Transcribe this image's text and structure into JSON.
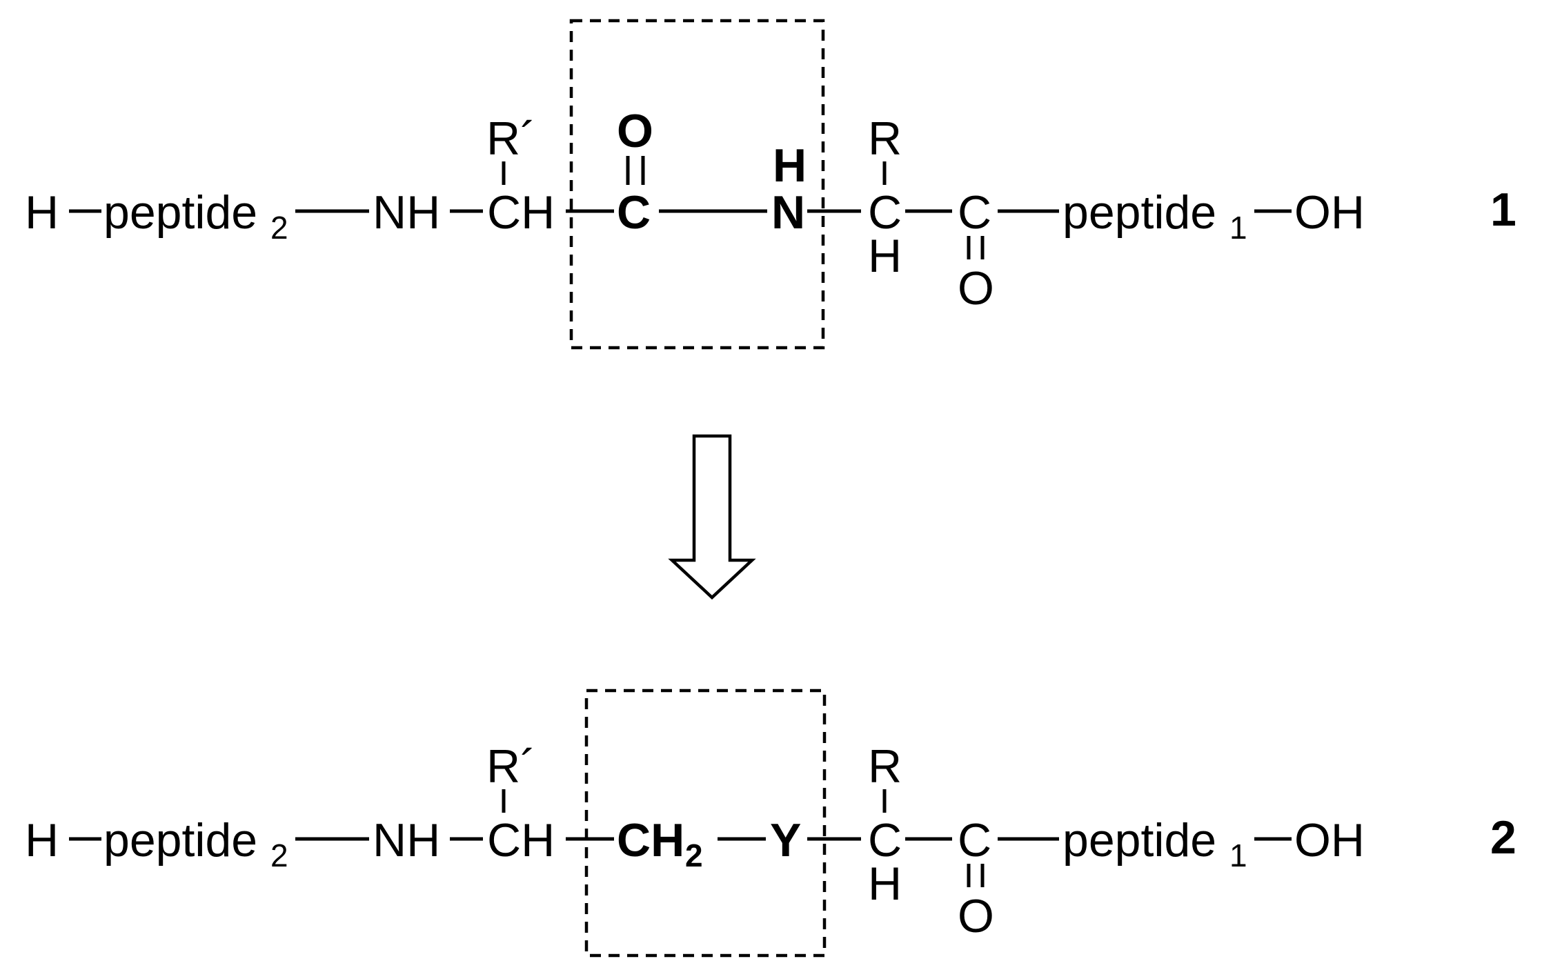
{
  "structure_1": {
    "number": "1",
    "h_terminus": "H",
    "peptide2": "peptide",
    "peptide2_sub": "2",
    "nh": "NH",
    "ch_left": "CH",
    "r_prime": "R´",
    "amide_o": "O",
    "amide_c": "C",
    "amide_h": "H",
    "amide_n": "N",
    "c_right": "C",
    "r": "R",
    "h_right": "H",
    "carbonyl_c": "C",
    "carbonyl_o": "O",
    "peptide1": "peptide",
    "peptide1_sub": "1",
    "oh": "OH"
  },
  "structure_2": {
    "number": "2",
    "h_terminus": "H",
    "peptide2": "peptide",
    "peptide2_sub": "2",
    "nh": "NH",
    "ch_left": "CH",
    "r_prime": "R´",
    "ch2": "CH",
    "ch2_sub": "2",
    "y": "Y",
    "c_right": "C",
    "r": "R",
    "h_right": "H",
    "carbonyl_c": "C",
    "carbonyl_o": "O",
    "peptide1": "peptide",
    "peptide1_sub": "1",
    "oh": "OH"
  },
  "arrow": {
    "direction": "down",
    "style": "hollow"
  }
}
